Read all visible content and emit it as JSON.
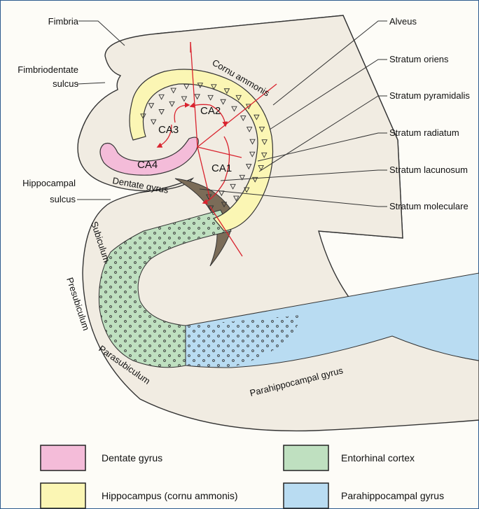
{
  "labels": {
    "fimbria": "Fimbria",
    "fimbriodentate_1": "Fimbriodentate",
    "fimbriodentate_2": "sulcus",
    "hippocampal_1": "Hippocampal",
    "hippocampal_2": "sulcus",
    "alveus": "Alveus",
    "stratum_oriens": "Stratum oriens",
    "stratum_pyramidalis": "Stratum pyramidalis",
    "stratum_radiatum": "Stratum radiatum",
    "stratum_lacunosum": "Stratum lacunosum",
    "stratum_moleculare": "Stratum moleculare",
    "cornu_ammonis": "Cornu ammonis",
    "dentate_gyrus_curved": "Dentate gyrus",
    "subiculum": "Subiculum",
    "presubiculum": "Presubiculum",
    "parasubiculum": "Parasubiculum",
    "parahippocampal_curved": "Parahippocampal gyrus"
  },
  "fields": {
    "ca1": "CA1",
    "ca2": "CA2",
    "ca3": "CA3",
    "ca4": "CA4"
  },
  "legend": [
    {
      "label": "Dentate gyrus",
      "color": "#f4bcd9"
    },
    {
      "label": "Entorhinal cortex",
      "color": "#bfe0c0"
    },
    {
      "label": "Hippocampus (cornu ammonis)",
      "color": "#fbf6b4"
    },
    {
      "label": "Parahippocampal gyrus",
      "color": "#b9dcf2"
    }
  ],
  "colors": {
    "dentate": "#f4bcd9",
    "hippocampus": "#fbf6b4",
    "entorhinal": "#bfe0c0",
    "parahippocampal": "#b9dcf2",
    "tissue": "#f1ece2",
    "shadow": "#c7bcac",
    "arrows": "#d9232e",
    "frame": "#2d5b8e"
  }
}
